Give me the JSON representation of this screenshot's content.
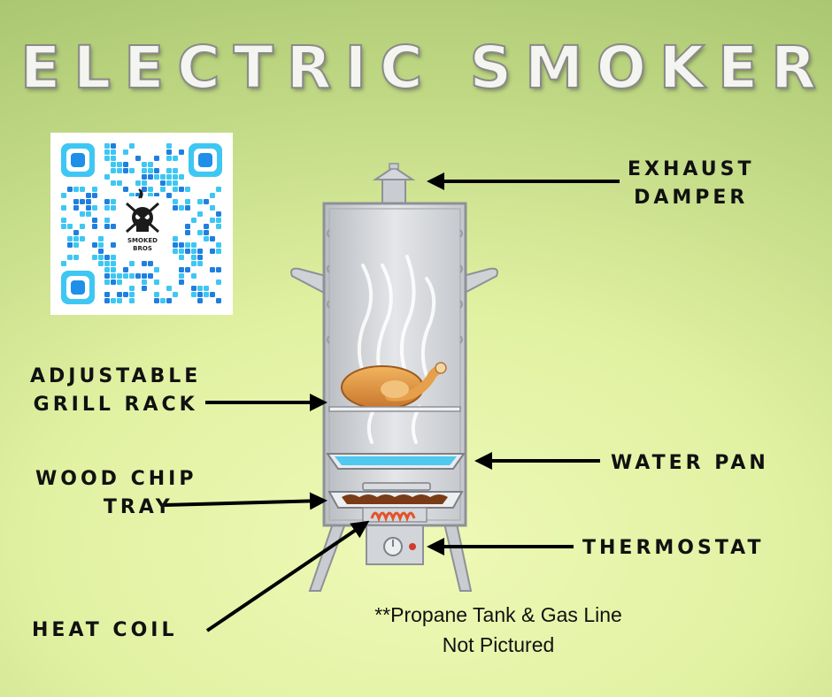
{
  "title": "ELECTRIC SMOKER",
  "labels": {
    "exhaust_damper_1": "EXHAUST",
    "exhaust_damper_2": "DAMPER",
    "grill_rack_1": "ADJUSTABLE",
    "grill_rack_2": "GRILL RACK",
    "water_pan": "WATER PAN",
    "wood_chip_1": "WOOD CHIP",
    "wood_chip_2": "TRAY",
    "thermostat": "THERMOSTAT",
    "heat_coil": "HEAT COIL"
  },
  "note": {
    "line1": "**Propane Tank & Gas Line",
    "line2": "Not Pictured"
  },
  "qr": {
    "logo_text_1": "SMOKED",
    "logo_text_2": "BROS",
    "accent": "#3ec7f2",
    "accent_dark": "#1f7fe0"
  },
  "colors": {
    "smoker_body": "#d6d8dc",
    "smoker_outline": "#8e9197",
    "water": "#4fc9ee",
    "coil": "#e2532a"
  }
}
